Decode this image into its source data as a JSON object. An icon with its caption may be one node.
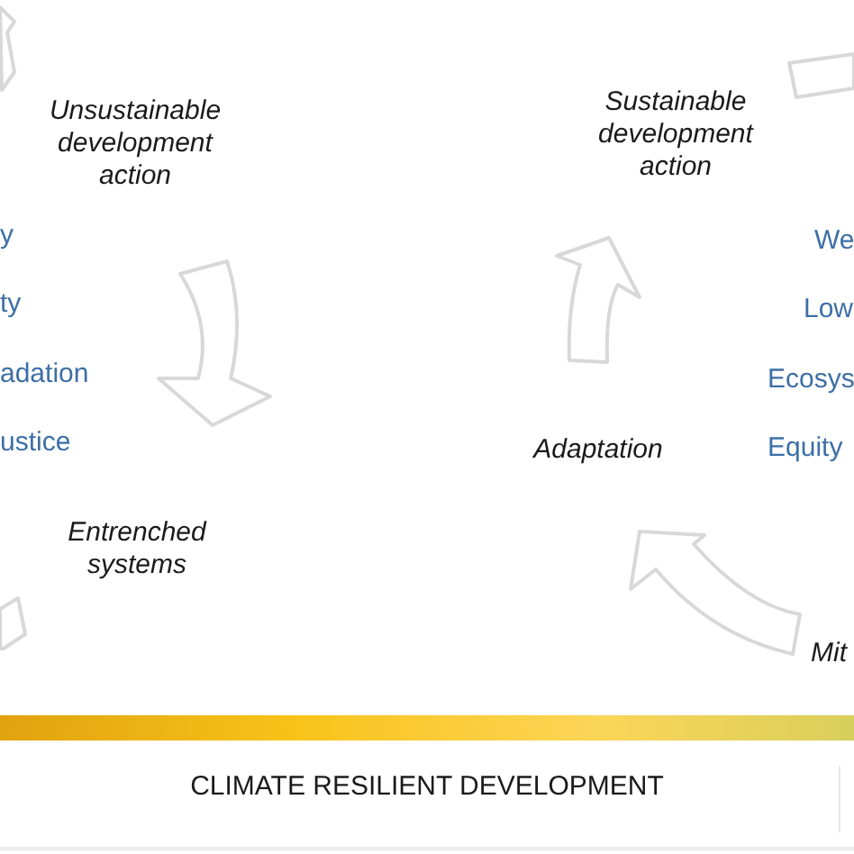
{
  "diagram": {
    "nodes": [
      {
        "text": [
          "CLIMATE RESILIENT DEVELOPMENT"
        ]
      }
    ],
    "labels": [
      "Unsustainable development action",
      "Sustainable development action",
      "y",
      "We",
      "ty",
      "Low",
      "adation",
      "Ecosys",
      "ustice",
      "Adaptation",
      "Equity",
      "Entrenched systems",
      "Mit"
    ]
  }
}
